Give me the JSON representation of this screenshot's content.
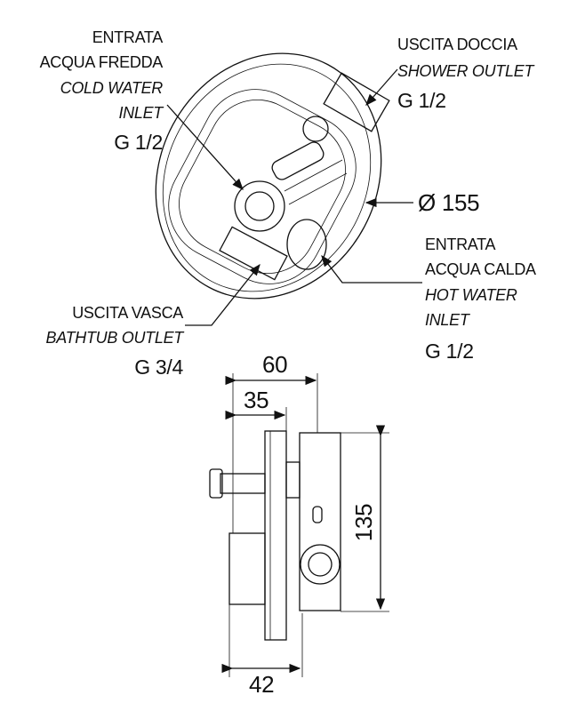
{
  "cold_inlet": {
    "line1": "ENTRATA",
    "line2": "ACQUA FREDDA",
    "line3": "COLD WATER",
    "line4": "INLET",
    "size": "G 1/2"
  },
  "shower_outlet": {
    "line1": "USCITA DOCCIA",
    "line2": "SHOWER OUTLET",
    "size": "G 1/2"
  },
  "diameter": "Ø 155",
  "hot_inlet": {
    "line1": "ENTRATA",
    "line2": "ACQUA CALDA",
    "line3": "HOT WATER",
    "line4": "INLET",
    "size": "G 1/2"
  },
  "bathtub_outlet": {
    "line1": "USCITA VASCA",
    "line2": "BATHTUB OUTLET",
    "size": "G 3/4"
  },
  "dimensions": {
    "depth_total": "60",
    "depth_plate": "35",
    "height": "135",
    "depth_lower": "42"
  }
}
